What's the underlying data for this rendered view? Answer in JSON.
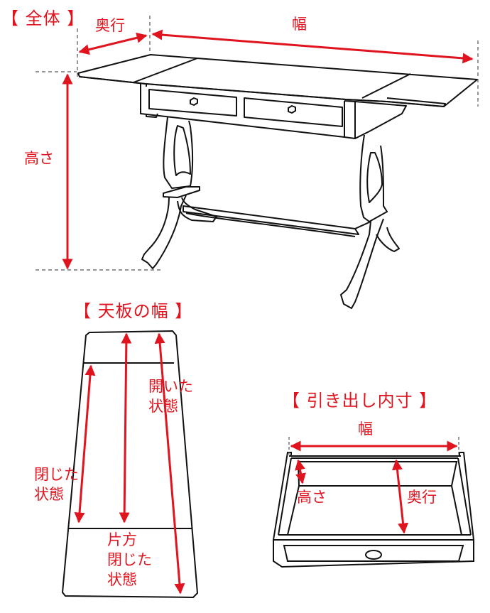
{
  "colors": {
    "accent_red": "#e0141e",
    "line_black": "#111111",
    "dashed_gray": "#555555",
    "background": "#ffffff"
  },
  "sections": {
    "overall": {
      "title": "【 全体 】",
      "labels": {
        "depth": "奥行",
        "width": "幅",
        "height": "高さ"
      }
    },
    "tabletop_width": {
      "title": "【 天板の幅 】",
      "labels": {
        "open_line1": "開いた",
        "open_line2": "状態",
        "closed_line1": "閉じた",
        "closed_line2": "状態",
        "one_side_line1": "片方",
        "one_side_line2": "閉じた",
        "one_side_line3": "状態"
      }
    },
    "drawer_inner": {
      "title": "【 引き出し内寸 】",
      "labels": {
        "width": "幅",
        "height": "高さ",
        "depth": "奥行"
      }
    }
  }
}
